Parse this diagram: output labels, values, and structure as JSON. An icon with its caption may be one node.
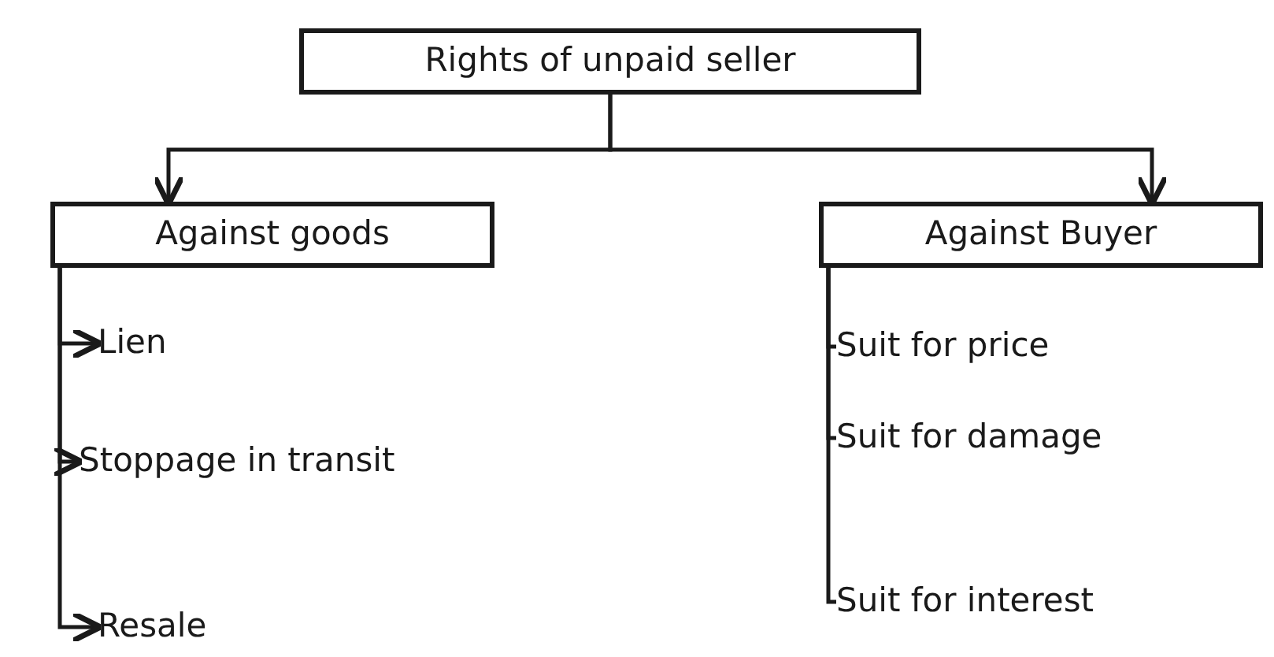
{
  "diagram": {
    "nodes": [
      {
        "text": [
          "Rights of unpaid seller"
        ]
      },
      {
        "text": [
          "Against goods"
        ]
      },
      {
        "text": [
          "Against Buyer"
        ]
      },
      {
        "text": [
          "Lien"
        ]
      },
      {
        "text": [
          "Stoppage in transit"
        ]
      },
      {
        "text": [
          "Resale"
        ]
      },
      {
        "text": [
          "Suit for price"
        ]
      },
      {
        "text": [
          "Suit for damage"
        ]
      },
      {
        "text": [
          "Suit for interest"
        ]
      }
    ],
    "edges": [
      {
        "from": 0,
        "to": 1,
        "arrow": "to"
      },
      {
        "from": 0,
        "to": 2,
        "arrow": "to"
      },
      {
        "from": 1,
        "to": 3,
        "arrow": "to"
      },
      {
        "from": 1,
        "to": 4,
        "arrow": "to"
      },
      {
        "from": 1,
        "to": 5,
        "arrow": "to"
      },
      {
        "from": 2,
        "to": 6,
        "arrow": "none"
      },
      {
        "from": 2,
        "to": 7,
        "arrow": "none"
      },
      {
        "from": 2,
        "to": 8,
        "arrow": "none"
      }
    ]
  }
}
